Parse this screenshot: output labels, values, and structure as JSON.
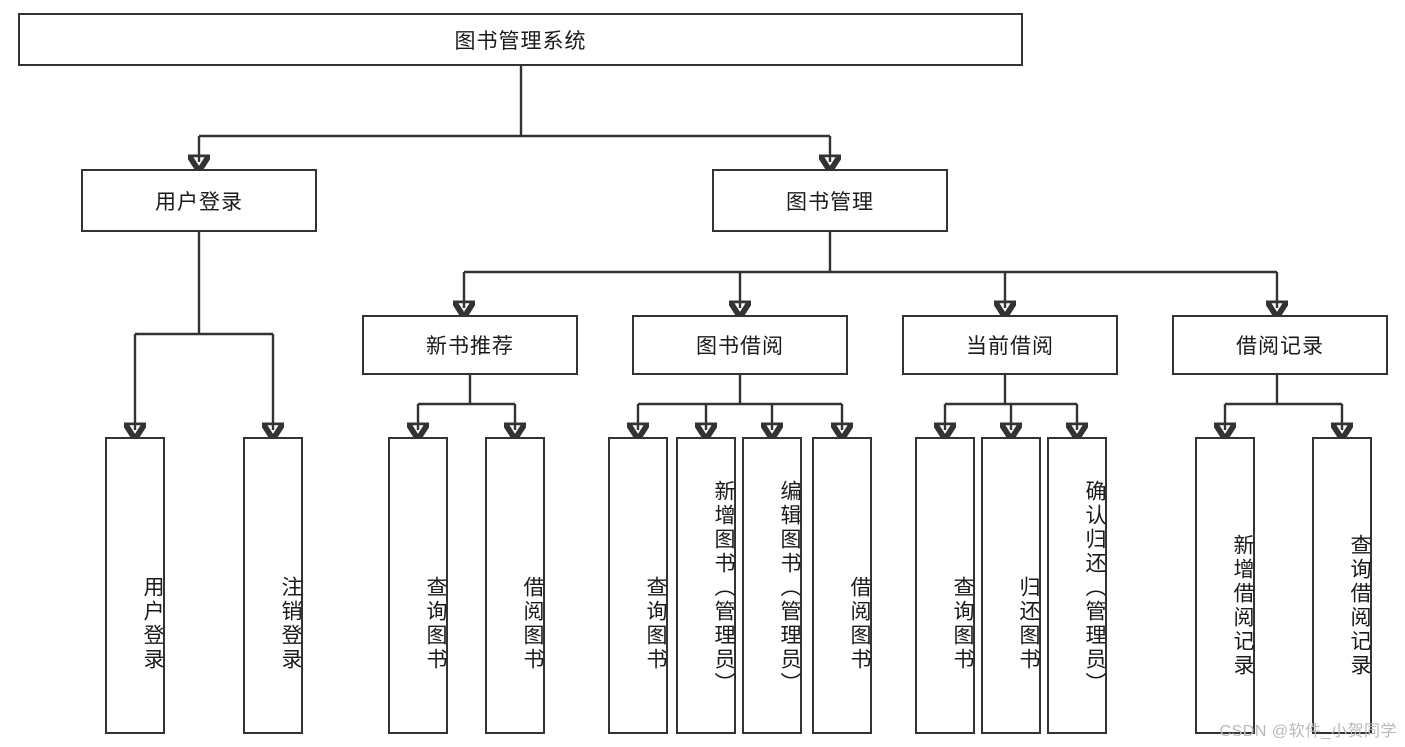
{
  "diagram": {
    "title": "图书管理系统",
    "watermark": "CSDN @软件_小贺同学",
    "root": {
      "label": "图书管理系统"
    },
    "level2": [
      {
        "label": "用户登录"
      },
      {
        "label": "图书管理"
      }
    ],
    "level3": [
      {
        "label": "新书推荐"
      },
      {
        "label": "图书借阅"
      },
      {
        "label": "当前借阅"
      },
      {
        "label": "借阅记录"
      }
    ],
    "leaves": {
      "user_login": [
        {
          "label": "用户登录"
        },
        {
          "label": "注销登录"
        }
      ],
      "new_book_recommend": [
        {
          "label": "查询图书"
        },
        {
          "label": "借阅图书"
        }
      ],
      "book_borrow": [
        {
          "label": "查询图书"
        },
        {
          "label": "新增图书（管理员）"
        },
        {
          "label": "编辑图书（管理员）"
        },
        {
          "label": "借阅图书"
        }
      ],
      "current_borrow": [
        {
          "label": "查询图书"
        },
        {
          "label": "归还图书"
        },
        {
          "label": "确认归还（管理员）"
        }
      ],
      "borrow_record": [
        {
          "label": "新增借阅记录"
        },
        {
          "label": "查询借阅记录"
        }
      ]
    },
    "colors": {
      "stroke": "#333333",
      "fill": "#ffffff",
      "text": "#1a1a1a",
      "watermark": "#b9b9b9"
    }
  }
}
